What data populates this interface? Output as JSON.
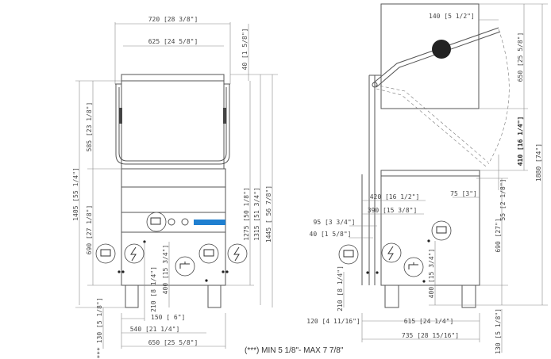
{
  "front": {
    "width_total": "720 [28 3/8\"]",
    "width_hood": "625 [24 5/8\"]",
    "hood_offset": "40 [1 5/8\"]",
    "height_open": "1405 [55 1/4\"]",
    "hood_height": "585 [23 1/8\"]",
    "body_height": "690 [27 1/8\"]",
    "feet": "*** 130 [5 1/8\"]",
    "h1275": "1275 [50 1/8\"]",
    "h1315": "1315 [51 3/4\"]",
    "h1445": "1445 [ 56 7/8\"]",
    "conn_h400": "400 [15 3/4\"]",
    "conn_h210": "210 [8 1/4\"]",
    "w150": "150 [ 6\"]",
    "w540": "540 [21 1/4\"]",
    "w650": "650 [25 5/8\"]"
  },
  "side": {
    "arm_offset": "140 [5 1/2\"]",
    "h650": "650 [25 5/8\"]",
    "h410": "410 [16 1/4\"]",
    "h1880": "1880 [74\"]",
    "h55": "55 [2 1/8\"]",
    "h690": "690 [27\"]",
    "h130": "130 [5 1/8\"]",
    "d420": "420 [16 1/2\"]",
    "d390": "390 [15 3/8\"]",
    "d95": "95 [3 3/4\"]",
    "d40": "40 [1 5/8\"]",
    "d75": "75 [3\"]",
    "h210": "210 [8 1/4\"]",
    "h400": "400 [15 3/4\"]",
    "d120": "120 [4 11/16\"]",
    "d615": "615 [24 1/4\"]",
    "d735": "735 [28 15/16\"]"
  },
  "footnote": "(***) MIN 5 1/8\"- MAX 7 7/8\"",
  "colors": {
    "panel_blue": "#1f7fd0",
    "line": "#555555"
  }
}
